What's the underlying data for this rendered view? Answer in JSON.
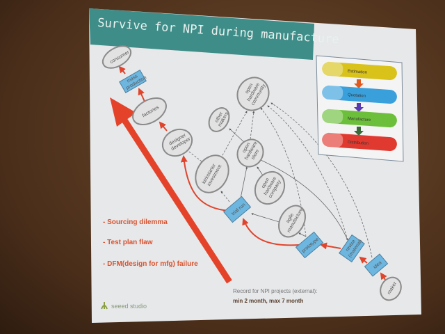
{
  "slide": {
    "title": "Survive for NPI during manufacture",
    "nodes": {
      "consumer": "consumer",
      "mass_production": [
        "mass",
        "production"
      ],
      "factories": "factories",
      "designer_developer": [
        "designer",
        "developer"
      ],
      "other_makers": [
        "other",
        "makers"
      ],
      "open_hardware_community": [
        "open",
        "hardware",
        "community"
      ],
      "open_hardware_store": [
        "open",
        "hardware",
        "store"
      ],
      "kickstarter_investment": [
        "kickstarter",
        "investment"
      ],
      "open_hardware_company": [
        "open",
        "hardware",
        "company"
      ],
      "trial_run": "trial run",
      "agile_manufacture": [
        "agile",
        "manufacture"
      ],
      "prototype": "prototype",
      "revise_material": [
        "revise",
        "(material)"
      ],
      "idea": "idea",
      "maker": "maker"
    },
    "bullets": [
      "- Sourcing dilemma",
      "- Test plan flaw",
      "- DFM(design for mfg) failure"
    ],
    "record_label": "Record for NPI projects (external):",
    "record_value": "min 2 month, max 7 month",
    "logo": "seeed studio",
    "process": {
      "stages": [
        {
          "label": "Estimation",
          "color": "#d9c21a"
        },
        {
          "label": "Quotation",
          "color": "#3aa0dc"
        },
        {
          "label": "Manufacture",
          "color": "#6cbf3a"
        },
        {
          "label": "Distribution",
          "color": "#e03a30"
        }
      ],
      "arrow_colors": [
        "#e05a20",
        "#5a3ab0",
        "#3a6a3a"
      ]
    }
  }
}
